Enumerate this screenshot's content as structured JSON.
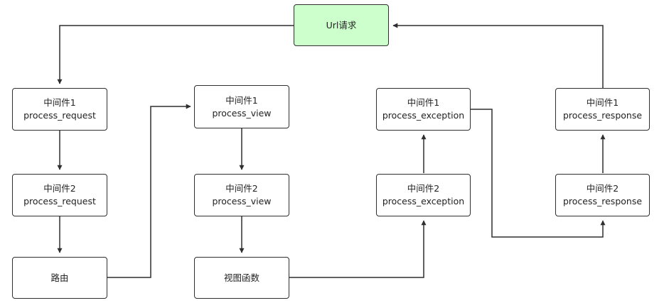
{
  "diagram": {
    "url_request": {
      "label": "Url请求",
      "fill": "#ccffcc"
    },
    "request_mw1": {
      "line1": "中间件1",
      "line2": "process_request"
    },
    "request_mw2": {
      "line1": "中间件2",
      "line2": "process_request"
    },
    "routing": {
      "label": "路由"
    },
    "view_mw1": {
      "line1": "中间件1",
      "line2": "process_view"
    },
    "view_mw2": {
      "line1": "中间件2",
      "line2": "process_view"
    },
    "view_function": {
      "label": "视图函数"
    },
    "exception_mw2": {
      "line1": "中间件2",
      "line2": "process_exception"
    },
    "exception_mw1": {
      "line1": "中间件1",
      "line2": "process_exception"
    },
    "response_mw2": {
      "line1": "中间件2",
      "line2": "process_response"
    },
    "response_mw1": {
      "line1": "中间件1",
      "line2": "process_response"
    }
  },
  "colors": {
    "stroke": "#2f2f2f",
    "start_fill": "#ccffcc",
    "node_fill": "#ffffff"
  }
}
